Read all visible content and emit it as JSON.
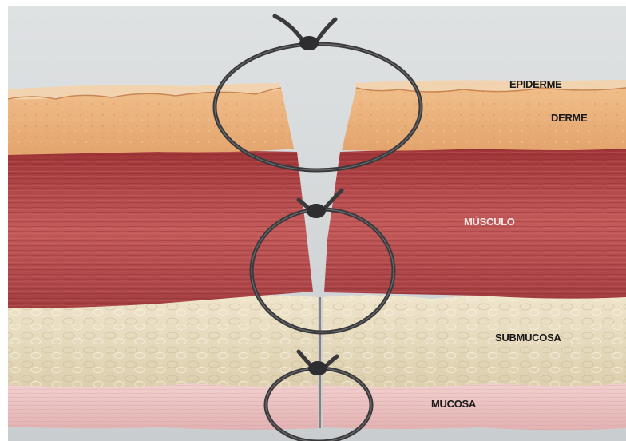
{
  "labels": {
    "epiderme": "EPIDERME",
    "derme": "DERME",
    "musculo": "MÚSCULO",
    "submucosa": "SUBMUCOSA",
    "mucosa": "MUCOSA"
  },
  "colors": {
    "background": "#d2d6d8",
    "epidermis": "#ecc9a7",
    "dermis": "#e9ae79",
    "muscle": "#b84a4c",
    "submucosa": "#e8dcc0",
    "mucosa": "#ecc2c2",
    "suture": "#3a3a3c"
  },
  "icons": [
    "suture-knot-icon"
  ]
}
